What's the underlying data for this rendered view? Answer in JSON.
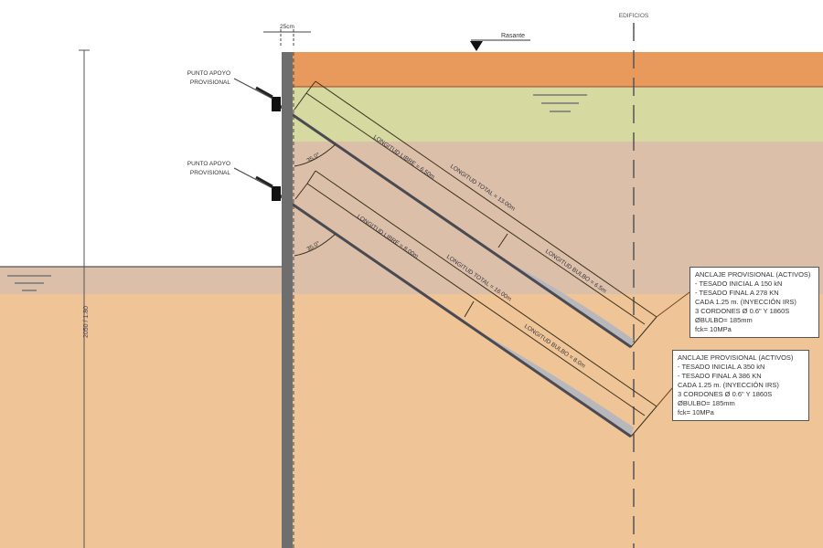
{
  "top_dimension": "25cm",
  "grade_label": "Rasante",
  "buildings_label": "EDIFICIOS",
  "support_labels": [
    {
      "line1": "PUNTO APOYO",
      "line2": "PROVISIONAL"
    },
    {
      "line1": "PUNTO APOYO",
      "line2": "PROVISIONAL"
    }
  ],
  "angles": [
    "35.0°",
    "35.0°"
  ],
  "vertical_dimension": "2050 / 1.80",
  "anchors": [
    {
      "free_length": "LONGITUD LIBRE = 6.50m",
      "total_length": "LONGITUD TOTAL = 13.00m",
      "bulb_length": "LONGITUD BULBO = 6.5m",
      "note": [
        "ANCLAJE PROVISIONAL (ACTIVOS)",
        "- TESADO INICIAL A 150 kN",
        "- TESADO FINAL A 278 KN",
        "CADA 1.25 m. (INYECCIÓN IRS)",
        "3 CORDONES Ø 0.6\" Y 1860S",
        "ØBULBO=    185mm",
        "fck=    10MPa"
      ]
    },
    {
      "free_length": "LONGITUD LIBRE = 8.00m",
      "total_length": "LONGITUD TOTAL = 16.00m",
      "bulb_length": "LONGITUD BULBO = 8.0m",
      "note": [
        "ANCLAJE PROVISIONAL (ACTIVOS)",
        "- TESADO INICIAL A 350 kN",
        "- TESADO FINAL A 386 KN",
        "CADA 1.25 m. (INYECCIÓN IRS)",
        "3 CORDONES Ø 0.6\" Y 1860S",
        "ØBULBO=    185mm",
        "fck=    10MPa"
      ]
    }
  ],
  "colors": {
    "fill": "#e89a5c",
    "clay": "#d6d9a0",
    "silt": "#dcbfa8",
    "sand": "#efc497",
    "wall": "#6e6e6e",
    "bulb": "#b8b8bc"
  }
}
